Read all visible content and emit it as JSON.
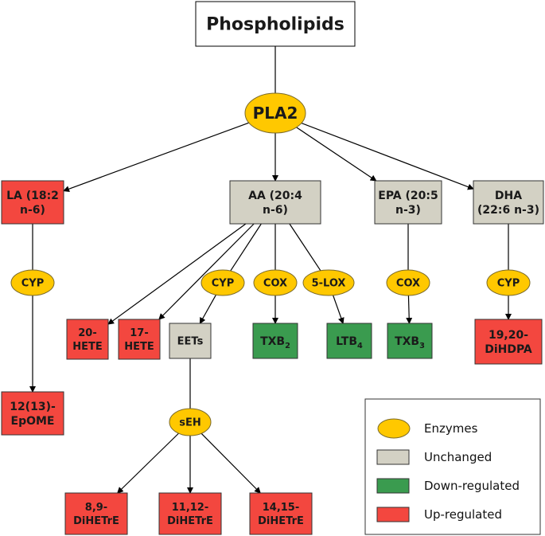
{
  "title": "Phospholipids",
  "colors": {
    "enzyme": "#FFC800",
    "unchanged": "#D3D1C4",
    "down": "#3A9B4F",
    "up": "#F3473F",
    "root": "#FFFFFF"
  },
  "nodes": {
    "root": {
      "label": [
        "Phospholipids"
      ],
      "kind": "root"
    },
    "pla2": {
      "label": [
        "PLA2"
      ],
      "kind": "enzyme"
    },
    "la": {
      "label": [
        "LA (18:2",
        "n-6)"
      ],
      "kind": "up"
    },
    "aa": {
      "label": [
        "AA (20:4",
        "n-6)"
      ],
      "kind": "unchanged"
    },
    "epa": {
      "label": [
        "EPA (20:5",
        "n-3)"
      ],
      "kind": "unchanged"
    },
    "dha": {
      "label": [
        "DHA",
        "(22:6 n-3)"
      ],
      "kind": "unchanged"
    },
    "cyp_la": {
      "label": [
        "CYP"
      ],
      "kind": "enzyme"
    },
    "cyp_aa": {
      "label": [
        "CYP"
      ],
      "kind": "enzyme"
    },
    "cox_aa": {
      "label": [
        "COX"
      ],
      "kind": "enzyme"
    },
    "lox_aa": {
      "label": [
        "5-LOX"
      ],
      "kind": "enzyme"
    },
    "cox_epa": {
      "label": [
        "COX"
      ],
      "kind": "enzyme"
    },
    "cyp_dha": {
      "label": [
        "CYP"
      ],
      "kind": "enzyme"
    },
    "hete20": {
      "label": [
        "20-",
        "HETE"
      ],
      "kind": "up"
    },
    "hete17": {
      "label": [
        "17-",
        "HETE"
      ],
      "kind": "up"
    },
    "eets": {
      "label": [
        "EETs"
      ],
      "kind": "unchanged"
    },
    "txb2": {
      "label": [
        "TXB",
        "2"
      ],
      "kind": "down",
      "sub": true
    },
    "ltb4": {
      "label": [
        "LTB",
        "4"
      ],
      "kind": "down",
      "sub": true
    },
    "txb3": {
      "label": [
        "TXB",
        "3"
      ],
      "kind": "down",
      "sub": true
    },
    "dihdpa": {
      "label": [
        "19,20-",
        "DiHDPA"
      ],
      "kind": "up"
    },
    "epome": {
      "label": [
        "12(13)-",
        "EpOME"
      ],
      "kind": "up"
    },
    "seh": {
      "label": [
        "sEH"
      ],
      "kind": "enzyme"
    },
    "dihetre89": {
      "label": [
        "8,9-",
        "DiHETrE"
      ],
      "kind": "up"
    },
    "dihetre1112": {
      "label": [
        "11,12-",
        "DiHETrE"
      ],
      "kind": "up"
    },
    "dihetre1415": {
      "label": [
        "14,15-",
        "DiHETrE"
      ],
      "kind": "up"
    }
  },
  "edges": [
    [
      "root",
      "pla2",
      false
    ],
    [
      "pla2",
      "la",
      true
    ],
    [
      "pla2",
      "aa",
      true
    ],
    [
      "pla2",
      "epa",
      true
    ],
    [
      "pla2",
      "dha",
      true
    ],
    [
      "la",
      "cyp_la",
      false
    ],
    [
      "cyp_la",
      "epome",
      true
    ],
    [
      "aa",
      "hete20",
      true
    ],
    [
      "aa",
      "hete17",
      true
    ],
    [
      "aa",
      "cyp_aa",
      false
    ],
    [
      "cyp_aa",
      "eets",
      true
    ],
    [
      "aa",
      "cox_aa",
      false
    ],
    [
      "cox_aa",
      "txb2",
      true
    ],
    [
      "aa",
      "lox_aa",
      false
    ],
    [
      "lox_aa",
      "ltb4",
      true
    ],
    [
      "epa",
      "cox_epa",
      false
    ],
    [
      "cox_epa",
      "txb3",
      true
    ],
    [
      "dha",
      "cyp_dha",
      false
    ],
    [
      "cyp_dha",
      "dihdpa",
      true
    ],
    [
      "eets",
      "seh",
      false
    ],
    [
      "seh",
      "dihetre89",
      true
    ],
    [
      "seh",
      "dihetre1112",
      true
    ],
    [
      "seh",
      "dihetre1415",
      true
    ]
  ],
  "legend": {
    "items": [
      {
        "kind": "enzyme",
        "label": "Enzymes"
      },
      {
        "kind": "unchanged",
        "label": "Unchanged"
      },
      {
        "kind": "down",
        "label": "Down-regulated"
      },
      {
        "kind": "up",
        "label": "Up-regulated"
      }
    ]
  }
}
